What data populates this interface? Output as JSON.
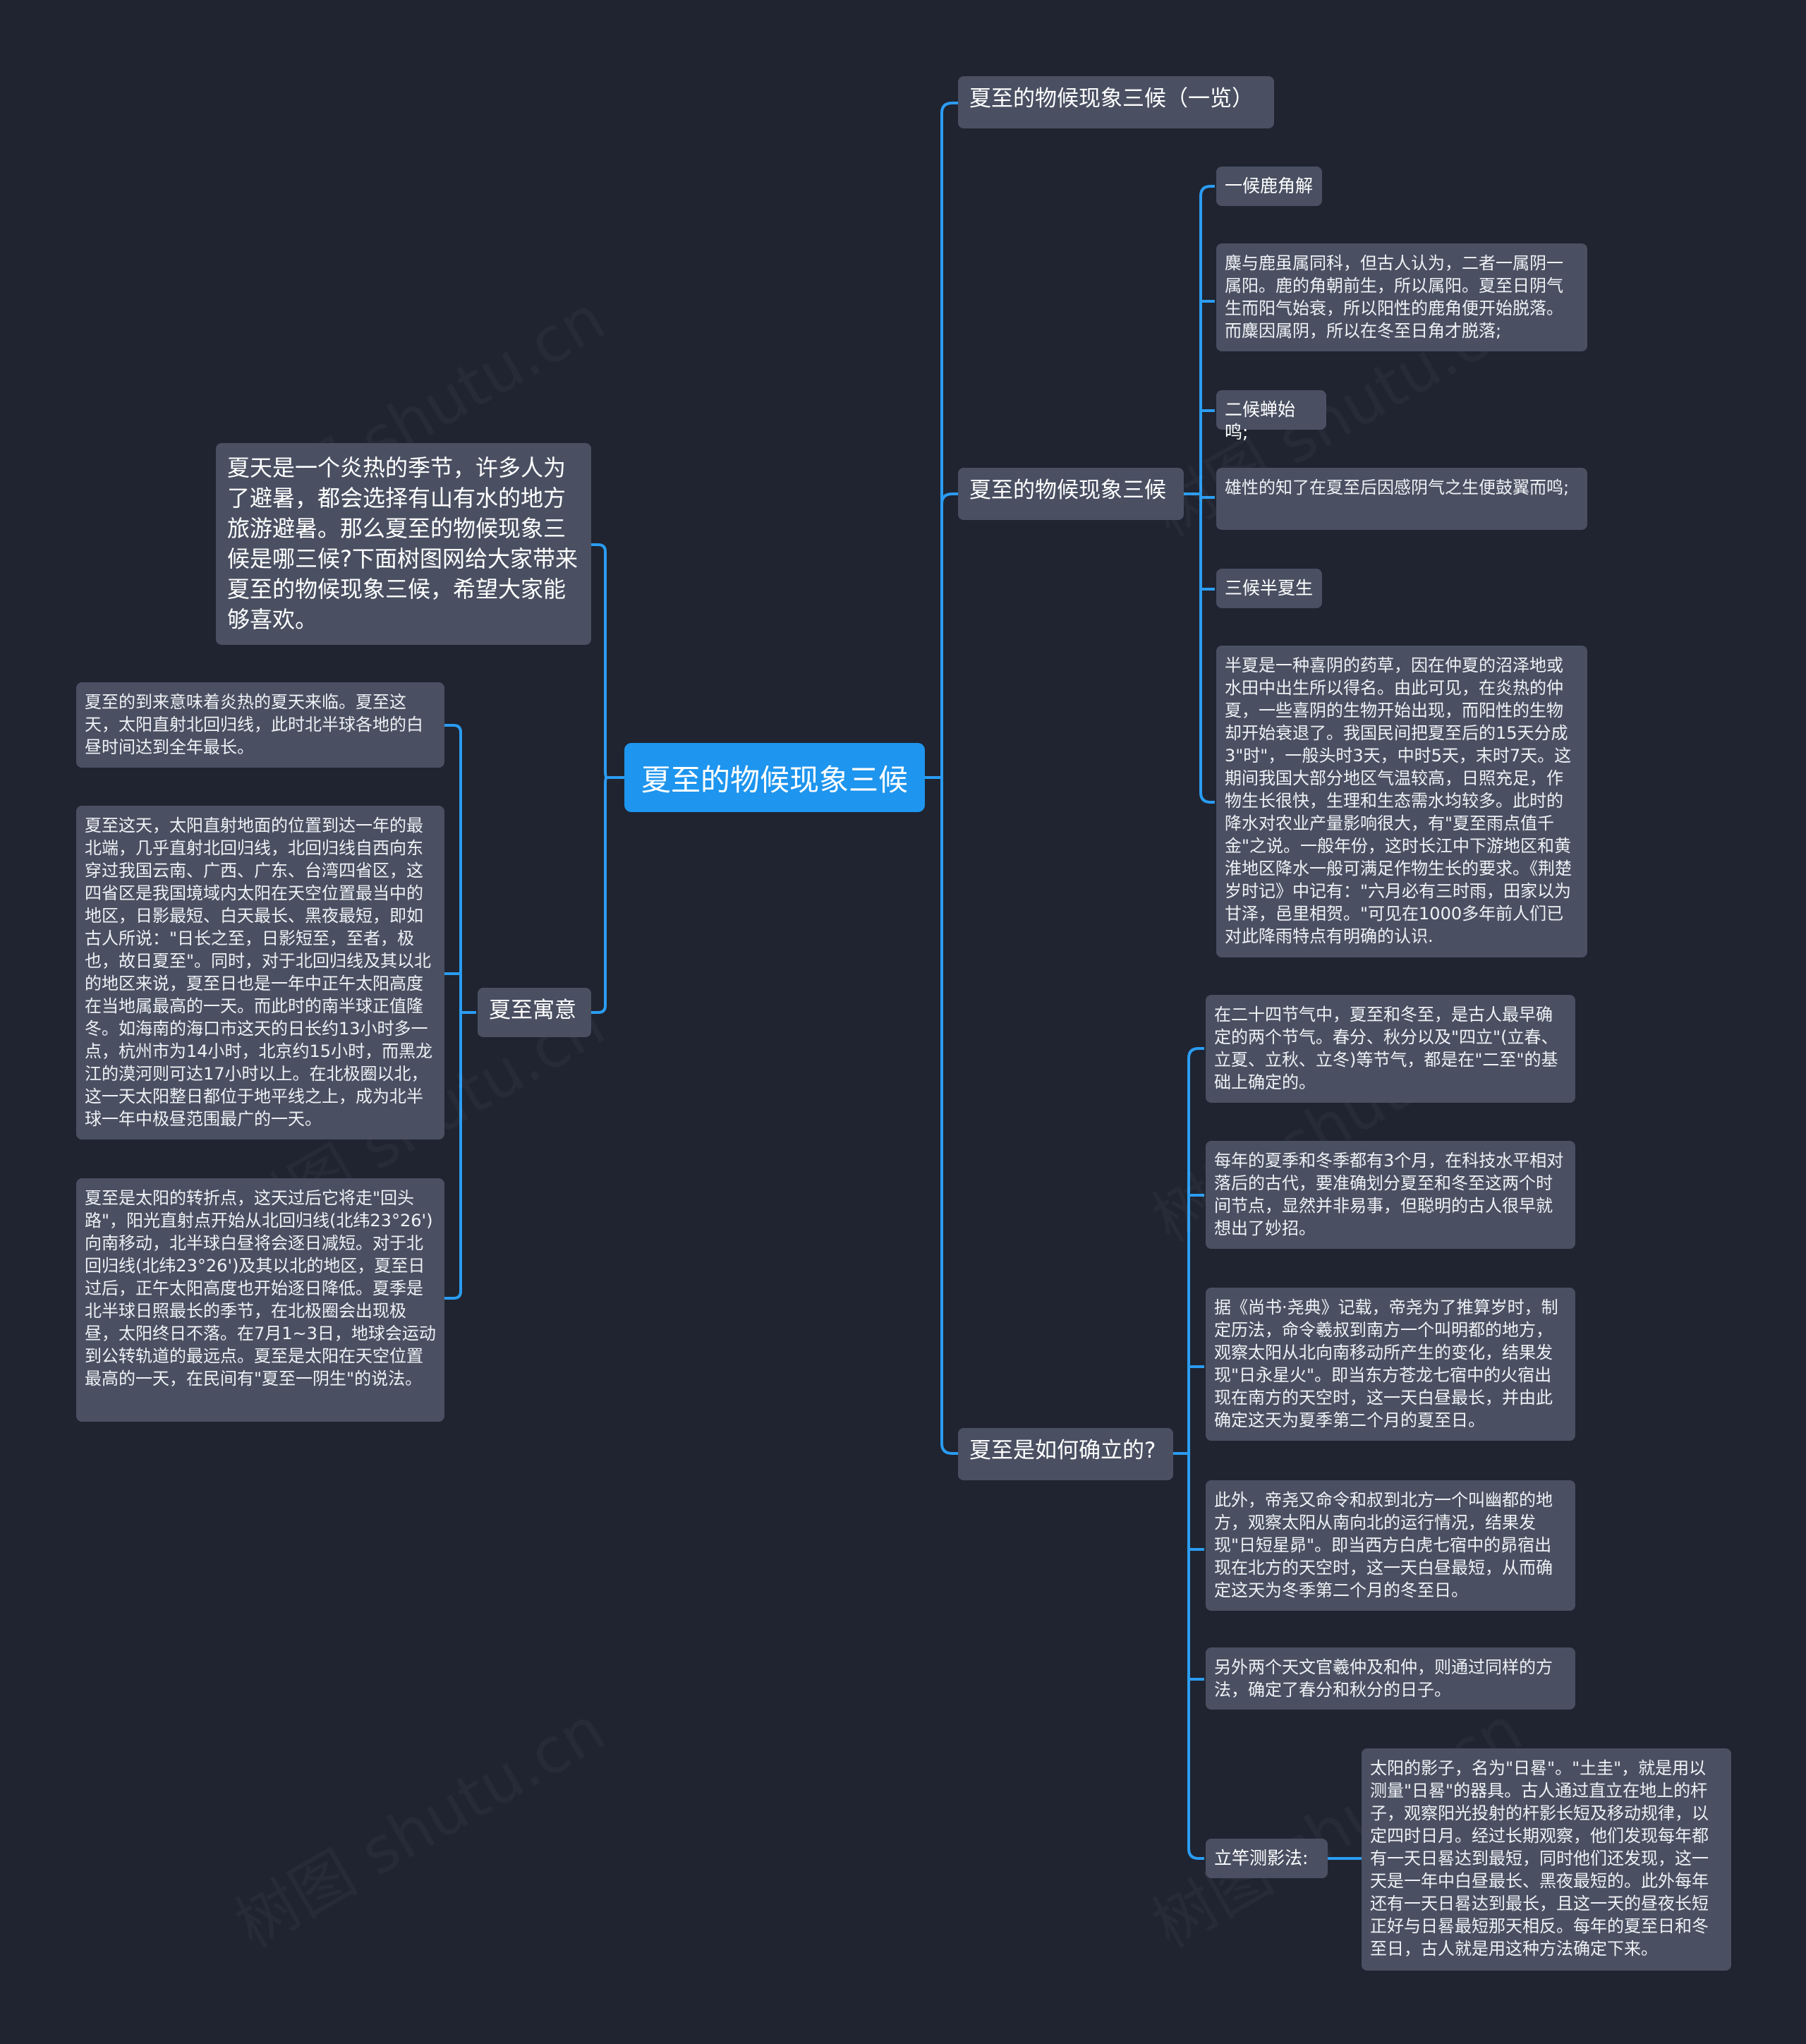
{
  "root": {
    "label": "夏至的物候现象三候"
  },
  "intro": {
    "text": "夏天是一个炎热的季节，许多人为了避暑，都会选择有山有水的地方旅游避暑。那么夏至的物候现象三候是哪三候?下面树图网给大家带来夏至的物候现象三候，希望大家能够喜欢。"
  },
  "yuyi": {
    "label": "夏至寓意",
    "items": [
      "夏至的到来意味着炎热的夏天来临。夏至这天，太阳直射北回归线，此时北半球各地的白昼时间达到全年最长。",
      "夏至这天，太阳直射地面的位置到达一年的最北端，几乎直射北回归线，北回归线自西向东穿过我国云南、广西、广东、台湾四省区，这四省区是我国境域内太阳在天空位置最当中的地区，日影最短、白天最长、黑夜最短，即如古人所说：\"日长之至，日影短至，至者，极也，故日夏至\"。同时，对于北回归线及其以北的地区来说，夏至日也是一年中正午太阳高度在当地属最高的一天。而此时的南半球正值隆冬。如海南的海口市这天的日长约13小时多一点，杭州市为14小时，北京约15小时，而黑龙江的漠河则可达17小时以上。在北极圈以北，这一天太阳整日都位于地平线之上，成为北半球一年中极昼范围最广的一天。",
      "夏至是太阳的转折点，这天过后它将走\"回头路\"，阳光直射点开始从北回归线(北纬23°26')向南移动，北半球白昼将会逐日减短。对于北回归线(北纬23°26')及其以北的地区，夏至日过后，正午太阳高度也开始逐日降低。夏季是北半球日照最长的季节，在北极圈会出现极昼，太阳终日不落。在7月1~3日，地球会运动到公转轨道的最远点。夏至是太阳在天空位置最高的一天，在民间有\"夏至一阴生\"的说法。"
    ]
  },
  "overview": {
    "label": "夏至的物候现象三候（一览）"
  },
  "sanhou": {
    "label": "夏至的物候现象三候",
    "items": [
      "一候鹿角解",
      "麋与鹿虽属同科，但古人认为，二者一属阴一属阳。鹿的角朝前生，所以属阳。夏至日阴气生而阳气始衰，所以阳性的鹿角便开始脱落。而麋因属阴，所以在冬至日角才脱落;",
      "二候蝉始鸣;",
      "雄性的知了在夏至后因感阴气之生便鼓翼而鸣;",
      "三候半夏生",
      "半夏是一种喜阴的药草，因在仲夏的沼泽地或水田中出生所以得名。由此可见，在炎热的仲夏，一些喜阴的生物开始出现，而阳性的生物却开始衰退了。我国民间把夏至后的15天分成3\"时\"，一般头时3天，中时5天，末时7天。这期间我国大部分地区气温较高，日照充足，作物生长很快，生理和生态需水均较多。此时的降水对农业产量影响很大，有\"夏至雨点值千金\"之说。一般年份，这时长江中下游地区和黄淮地区降水一般可满足作物生长的要求。《荆楚岁时记》中记有：\"六月必有三时雨，田家以为甘泽，邑里相贺。\"可见在1000多年前人们已对此降雨特点有明确的认识."
    ]
  },
  "queli": {
    "label": "夏至是如何确立的?",
    "items": [
      "在二十四节气中，夏至和冬至，是古人最早确定的两个节气。春分、秋分以及\"四立\"(立春、立夏、立秋、立冬)等节气，都是在\"二至\"的基础上确定的。",
      "每年的夏季和冬季都有3个月，在科技水平相对落后的古代，要准确划分夏至和冬至这两个时间节点，显然并非易事，但聪明的古人很早就想出了妙招。",
      "据《尚书·尧典》记载，帝尧为了推算岁时，制定历法，命令羲叔到南方一个叫明都的地方，观察太阳从北向南移动所产生的变化，结果发现\"日永星火\"。即当东方苍龙七宿中的火宿出现在南方的天空时，这一天白昼最长，并由此确定这天为夏季第二个月的夏至日。",
      "此外，帝尧又命令和叔到北方一个叫幽都的地方，观察太阳从南向北的运行情况，结果发现\"日短星昴\"。即当西方白虎七宿中的昴宿出现在北方的天空时，这一天白昼最短，从而确定这天为冬季第二个月的冬至日。",
      "另外两个天文官羲仲及和仲，则通过同样的方法，确定了春分和秋分的日子。"
    ],
    "ganying": {
      "label": "立竿测影法:",
      "detail": "太阳的影子，名为\"日晷\"。\"土圭\"，就是用以测量\"日晷\"的器具。古人通过直立在地上的杆子，观察阳光投射的杆影长短及移动规律，以定四时日月。经过长期观察，他们发现每年都有一天日晷达到最短，同时他们还发现，这一天是一年中白昼最长、黑夜最短的。此外每年还有一天日晷达到最长，且这一天的昼夜长短正好与日晷最短那天相反。每年的夏至日和冬至日，古人就是用这种方法确定下来。"
    }
  },
  "watermark": "树图 shutu.cn"
}
